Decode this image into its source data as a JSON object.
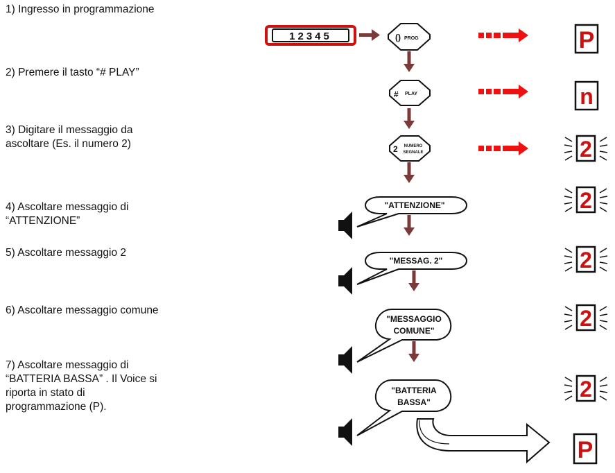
{
  "steps": [
    "1) Ingresso in programmazione",
    "2) Premere il tasto “# PLAY”",
    "3) Digitare il messaggio da\nascoltare (Es. il numero 2)",
    "4) Ascoltare messaggio di\n“ATTENZIONE”",
    "5) Ascoltare messaggio 2",
    "6) Ascoltare messaggio comune",
    "7) Ascoltare messaggio di\n“BATTERIA BASSA” . Il Voice si\nriporta in stato di\nprogrammazione (P)."
  ],
  "code_entry": "12345",
  "keys": {
    "prog": {
      "symbol": "()",
      "label": "PROG"
    },
    "play": {
      "symbol": "#",
      "label": "PLAY"
    },
    "numero": {
      "symbol": "2",
      "label_line1": "NUMERO",
      "label_line2": "SEGNALE"
    }
  },
  "messages": {
    "attenzione": "\"ATTENZIONE\"",
    "messag2": "\"MESSAG. 2\"",
    "comune_line1": "\"MESSAGGIO",
    "comune_line2": "COMUNE\"",
    "batteria_line1": "\"BATTERIA",
    "batteria_line2": "BASSA\""
  },
  "display": {
    "s1": "P",
    "s2": "n",
    "s3": "2",
    "s4": "2",
    "s5": "2",
    "s6": "2",
    "s7": "2",
    "final": "P"
  },
  "colors": {
    "arrow_down": "#7a3a3a",
    "signal_arrow": "#ee1111",
    "display_digit": "#cc1111",
    "code_box": "#cc1111",
    "outline": "#111111"
  }
}
